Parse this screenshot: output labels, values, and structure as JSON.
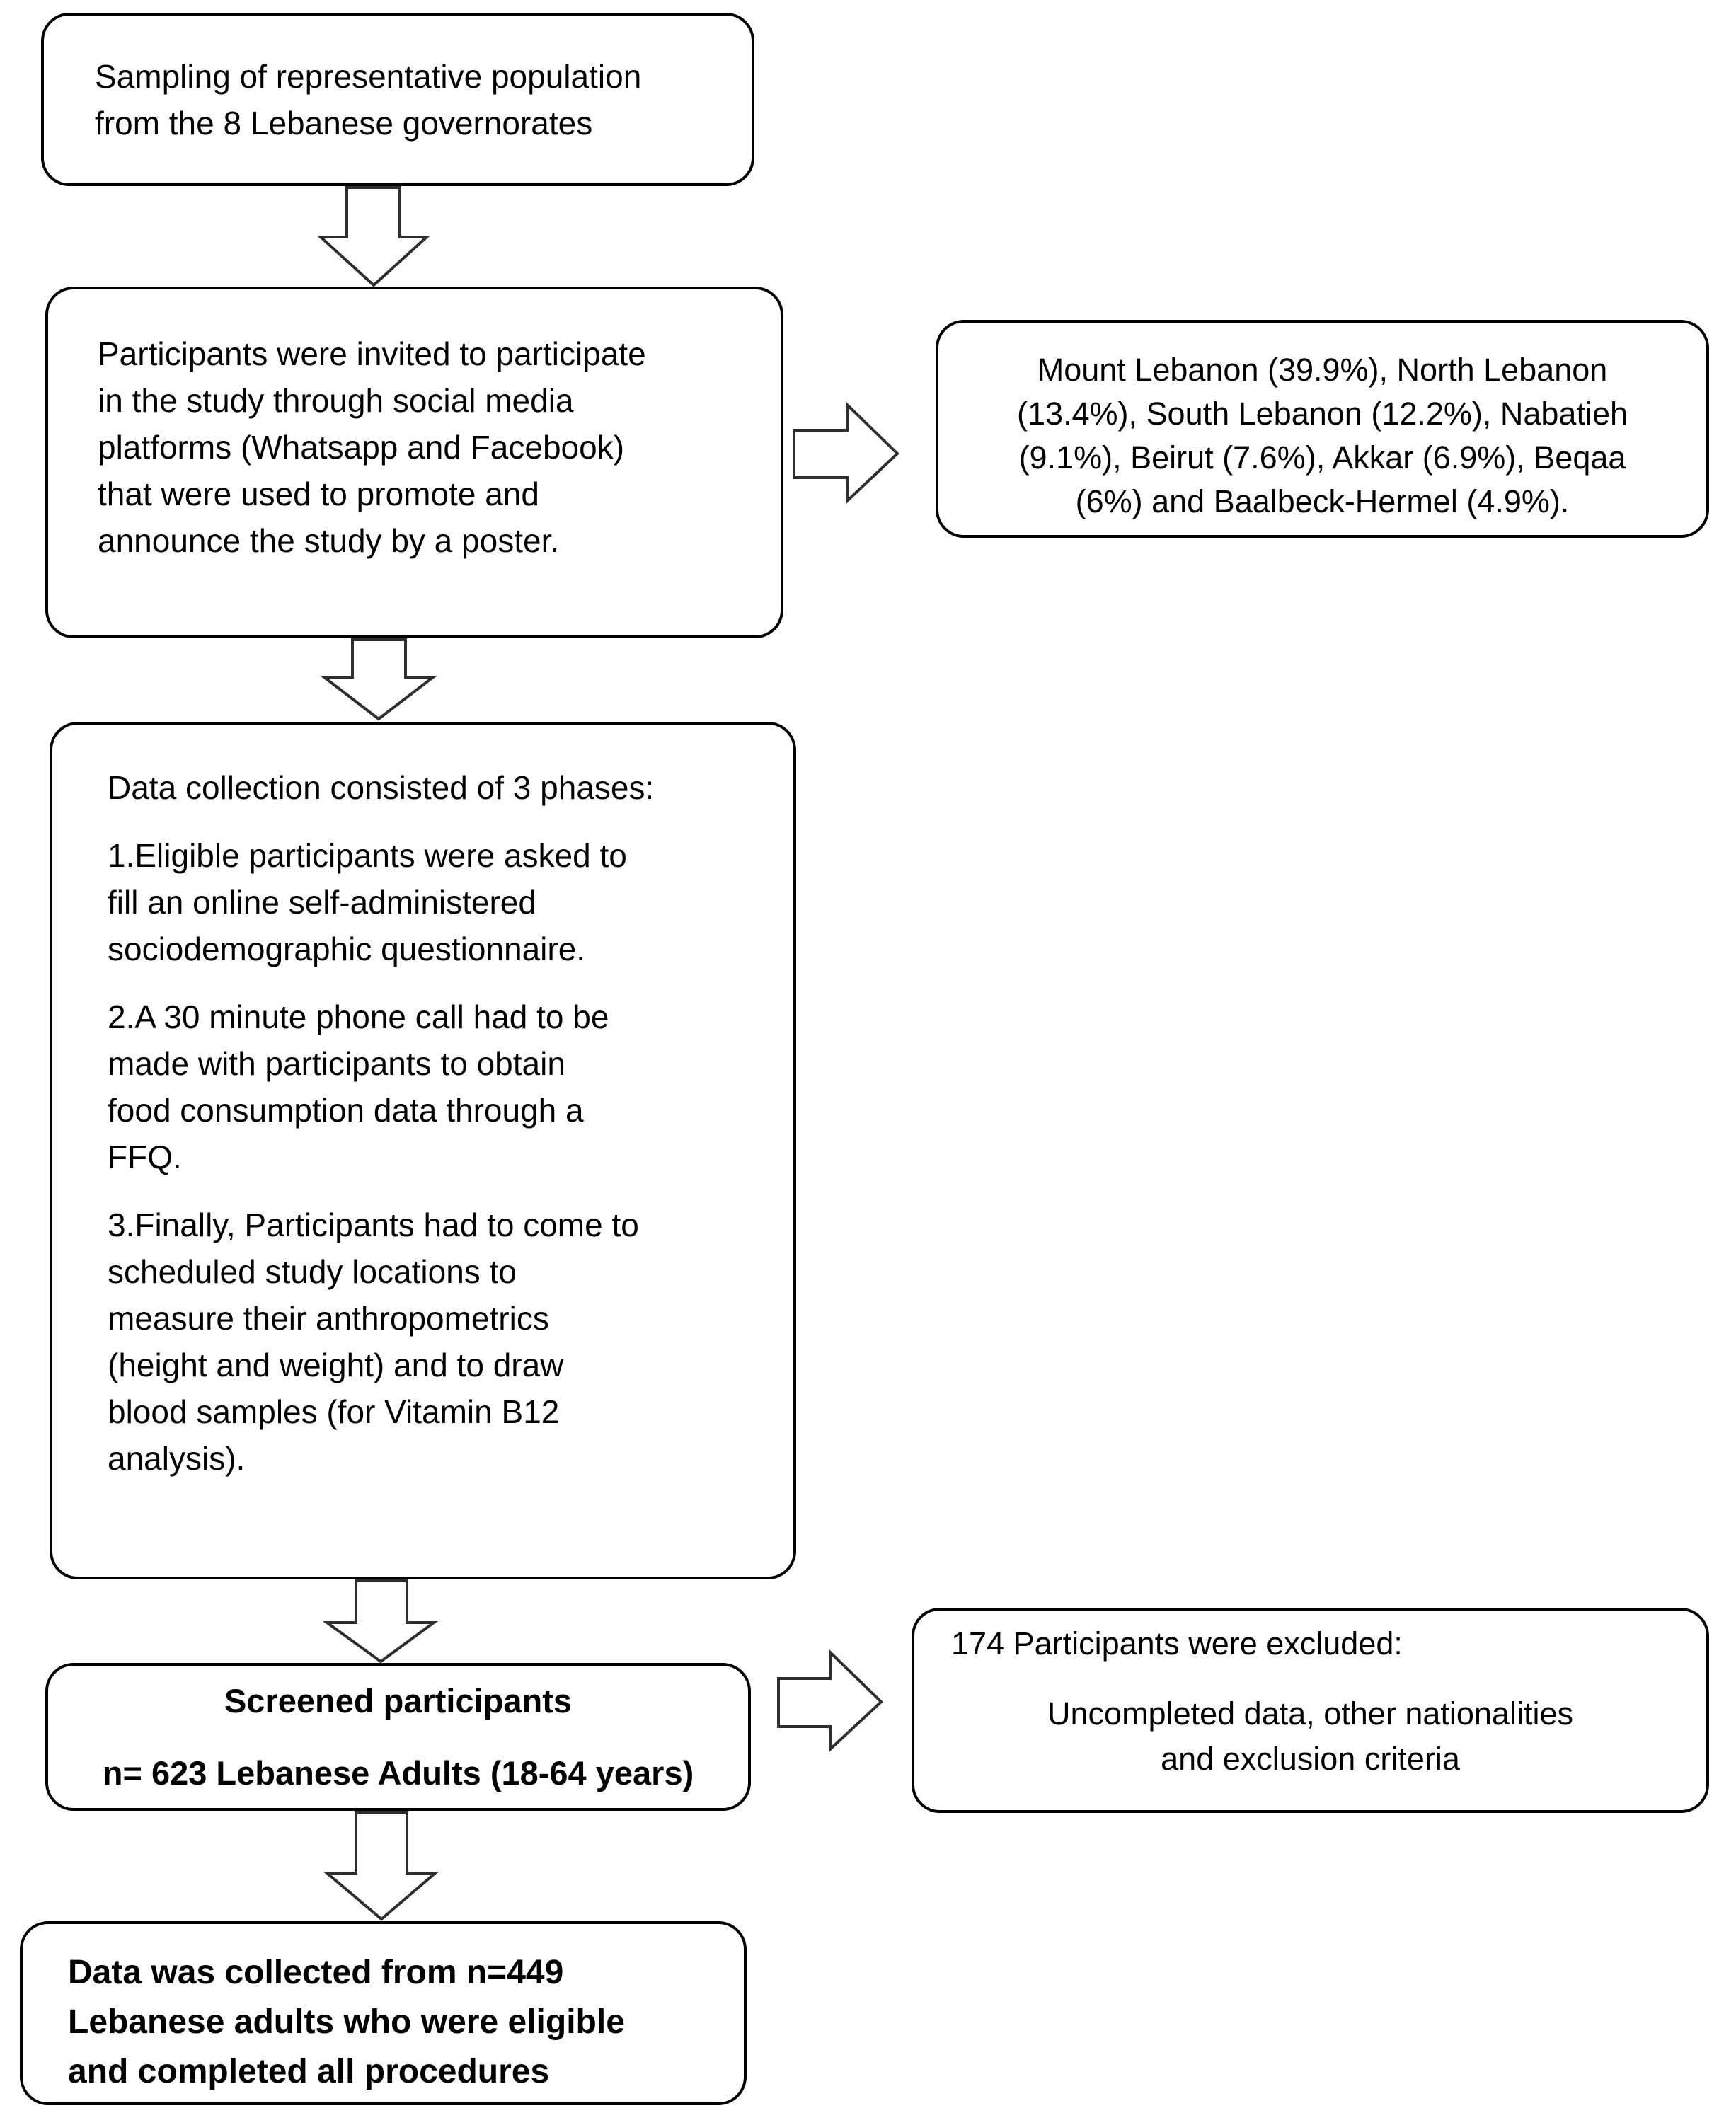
{
  "diagram": {
    "background": "#ffffff",
    "box_border_color": "#000000",
    "arrow_outline": "#2e2e2e",
    "arrow_fill": "#ffffff",
    "boxes": {
      "sampling": {
        "lines": [
          "Sampling of representative population",
          "from the 8 Lebanese governorates"
        ]
      },
      "invitation": {
        "lines": [
          "Participants were invited to participate",
          "in the study through social media",
          "platforms (Whatsapp and Facebook)",
          "that were used to promote and",
          "announce the study by a poster."
        ]
      },
      "governorates": {
        "lines": [
          "Mount Lebanon (39.9%), North Lebanon",
          "(13.4%), South Lebanon (12.2%), Nabatieh",
          "(9.1%), Beirut (7.6%), Akkar (6.9%), Beqaa",
          "(6%) and Baalbeck-Hermel (4.9%)."
        ]
      },
      "data_collection": {
        "intro": "Data collection consisted of 3 phases:",
        "phase1_lines": [
          "1.Eligible participants were asked to",
          "fill an online self-administered",
          "sociodemographic questionnaire."
        ],
        "phase2_lines": [
          "2.A 30 minute phone call had to be",
          "made with participants to obtain",
          "food consumption data through a",
          "FFQ."
        ],
        "phase3_lines": [
          "3.Finally, Participants had to come to",
          "scheduled study locations to",
          "measure their anthropometrics",
          "(height and weight) and to draw",
          "blood samples (for Vitamin B12",
          "analysis)."
        ]
      },
      "screened": {
        "title": "Screened participants",
        "subtitle": "n= 623 Lebanese Adults (18-64 years)"
      },
      "excluded": {
        "heading": "174 Participants were excluded:",
        "lines": [
          "Uncompleted data, other nationalities",
          "and exclusion criteria"
        ]
      },
      "final": {
        "lines": [
          "Data was collected from n=449",
          "Lebanese adults who were eligible",
          "and completed all procedures"
        ]
      }
    }
  }
}
